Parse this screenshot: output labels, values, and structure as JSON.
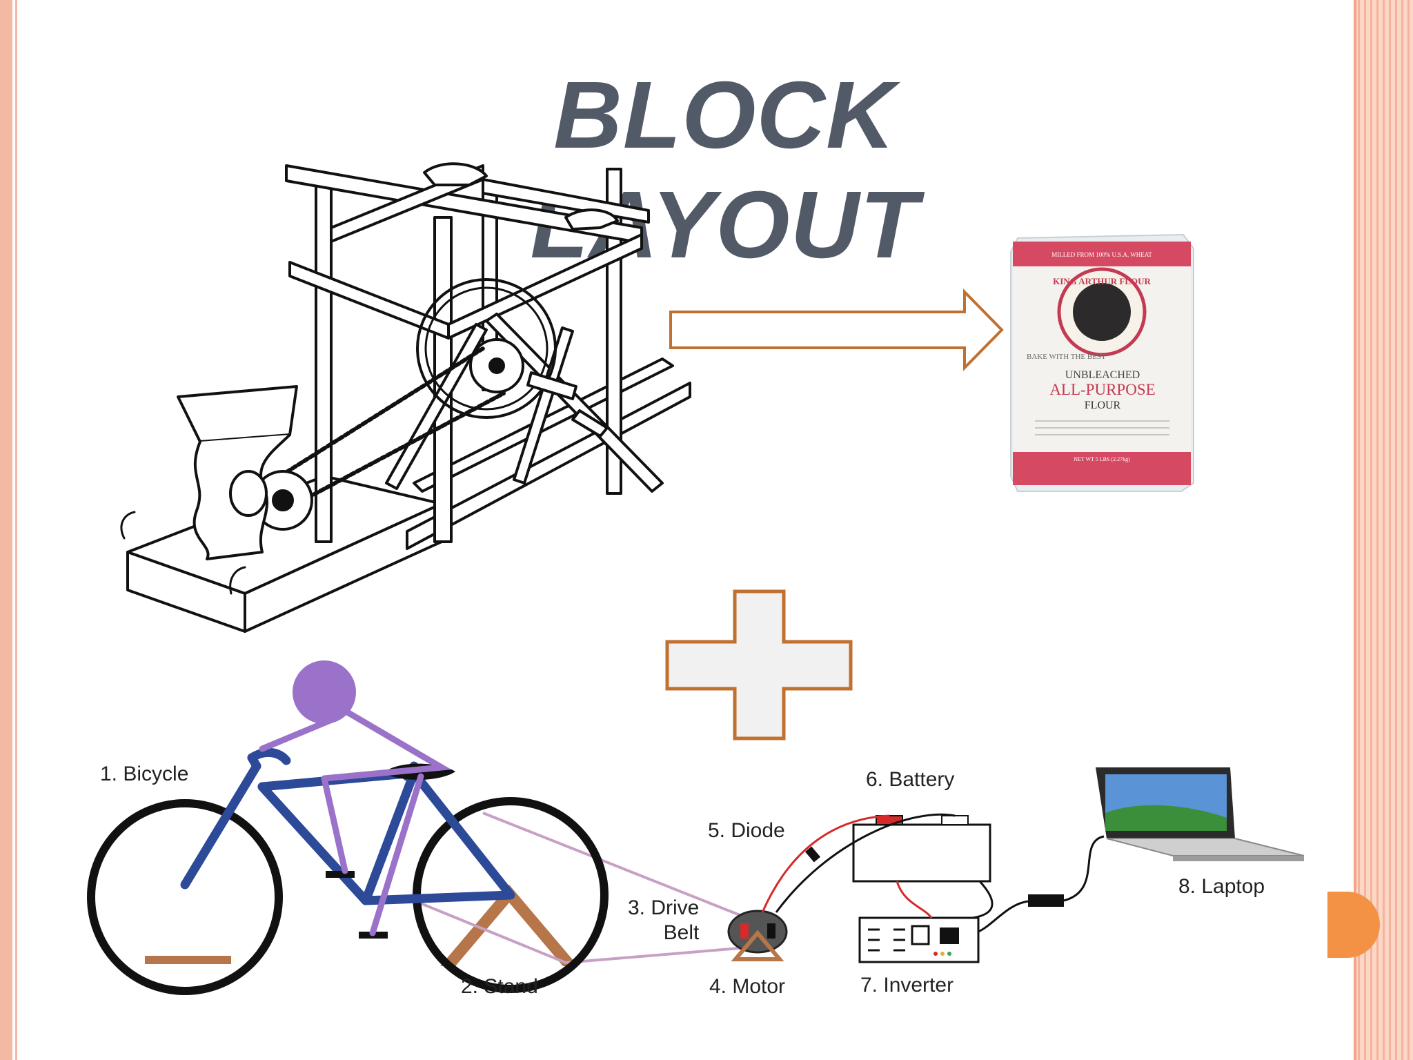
{
  "slide": {
    "title": "BLOCK LAYOUT"
  },
  "flour_bag": {
    "top_band": "MILLED FROM 100% U.S.A. WHEAT",
    "brand": "KING ARTHUR FLOUR",
    "badge": "BAKE WITH THE BEST",
    "line1": "UNBLEACHED",
    "line2": "ALL-PURPOSE",
    "line3": "FLOUR",
    "net_wt": "NET WT 5 LBS (2.27kg)"
  },
  "labels": {
    "bicycle": "1. Bicycle",
    "stand": "2. Stand",
    "drive_belt": "3. Drive\nBelt",
    "motor": "4. Motor",
    "diode": "5. Diode",
    "battery": "6. Battery",
    "inverter": "7. Inverter",
    "laptop": "8. Laptop"
  },
  "colors": {
    "title": "#515a66",
    "border": "#f4b9a3",
    "arrow_outline": "#c0702f",
    "plus_outline": "#c0702f",
    "bicycle_frame": "#2c4a98",
    "rider": "#9b72c9",
    "stand": "#b6764a",
    "wire_red": "#d62a2a",
    "flour_bag": "#d54a62"
  }
}
